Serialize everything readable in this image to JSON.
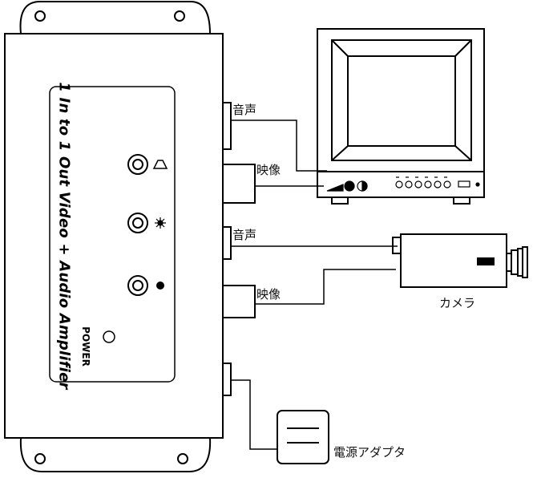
{
  "device": {
    "title": "1 In to 1 Out Video + Audio Amplifier",
    "power_label": "POWER"
  },
  "labels": {
    "monitor_audio": "音声",
    "monitor_video": "映像",
    "camera_audio": "音声",
    "camera_video": "映像",
    "camera": "カメラ",
    "power_adapter": "電源アダプタ"
  },
  "icons": [
    "speaker-icon",
    "brightness-icon",
    "dot-icon"
  ]
}
